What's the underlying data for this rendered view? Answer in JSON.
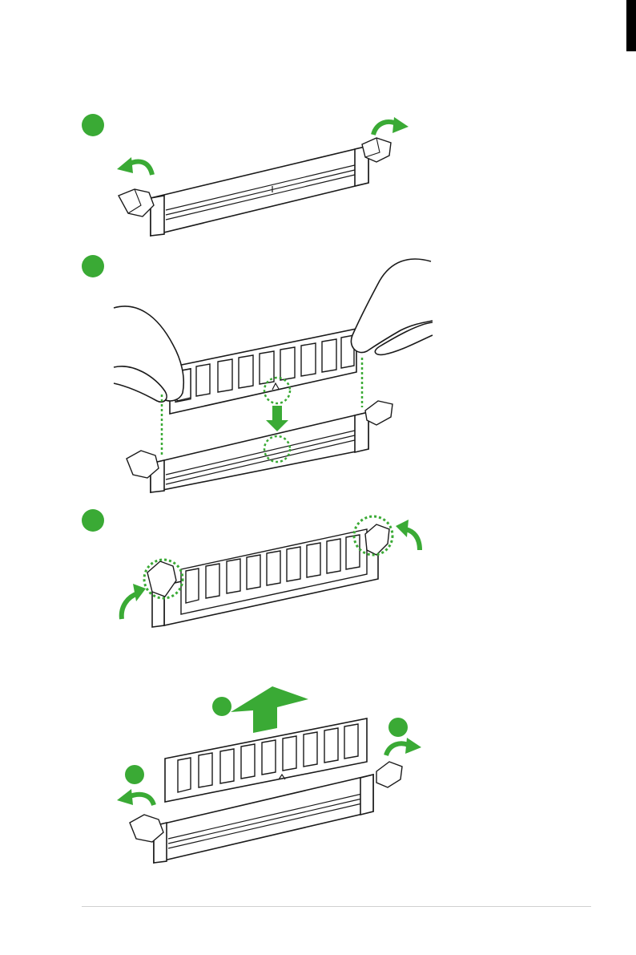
{
  "page": {
    "edge_tab_color": "#000000",
    "footer_rule_color": "#d0d0d0"
  },
  "colors": {
    "accent_green": "#3aaa35",
    "line": "#1a1a1a",
    "fill": "#ffffff"
  },
  "sections": [
    {
      "id": "step-1",
      "marker": "step-marker",
      "icon": "open-latches-icon"
    },
    {
      "id": "step-2",
      "marker": "step-marker",
      "icon": "insert-dimm-icon"
    },
    {
      "id": "step-3",
      "marker": "step-marker",
      "icon": "lock-latches-icon"
    },
    {
      "id": "removal",
      "markers": [
        "step-marker",
        "step-marker",
        "step-marker"
      ],
      "icon": "remove-dimm-icon"
    }
  ]
}
